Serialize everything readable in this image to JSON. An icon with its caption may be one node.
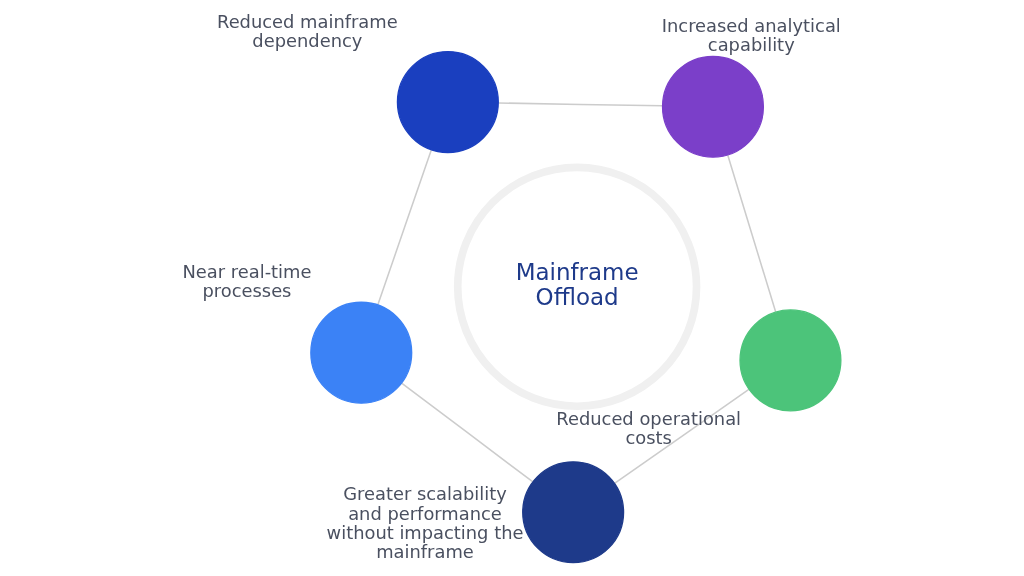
{
  "diagram": {
    "nodes": [
      {
        "text": [
          "Mainframe Offload"
        ]
      },
      {
        "text": [],
        "shape": "circle",
        "beside": [
          "Reduced operational costs"
        ]
      },
      {
        "text": [],
        "shape": "circle",
        "beside": [
          "Greater scalability and performance without impacting the mainframe"
        ]
      },
      {
        "text": [],
        "shape": "circle",
        "beside": [
          "Increased analytical capability"
        ]
      },
      {
        "text": [],
        "shape": "circle",
        "beside": [
          "Near real-time processes"
        ]
      },
      {
        "text": [],
        "shape": "circle",
        "beside": [
          "Reduced mainframe dependency"
        ]
      }
    ],
    "edges": [
      {
        "from": 1,
        "to": 3,
        "arrow": "none"
      },
      {
        "from": 3,
        "to": 5,
        "arrow": "none"
      },
      {
        "from": 5,
        "to": 4,
        "arrow": "none"
      },
      {
        "from": 4,
        "to": 2,
        "arrow": "none"
      },
      {
        "from": 2,
        "to": 1,
        "arrow": "none"
      }
    ]
  }
}
